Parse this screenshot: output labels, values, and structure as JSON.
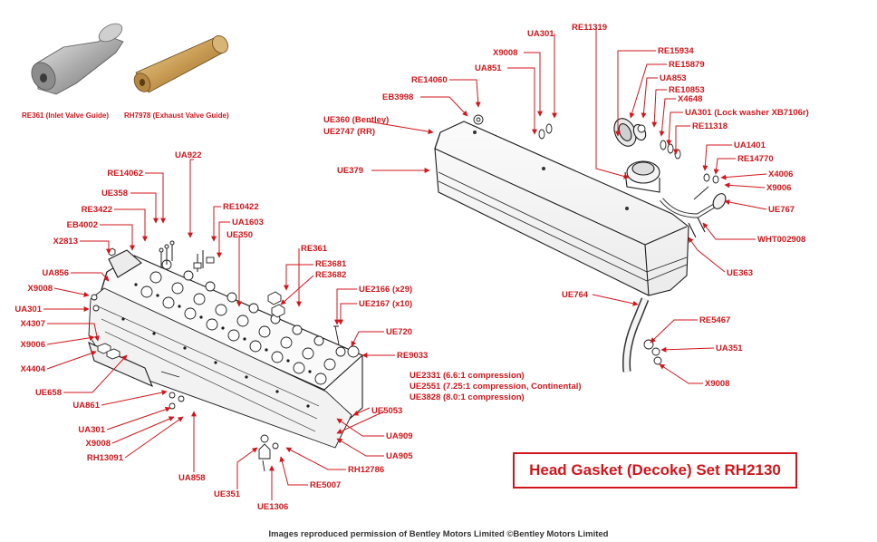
{
  "title": "Head Gasket (Decoke) Set RH2130",
  "credit": "Images reproduced permission of Bentley Motors Limited ©Bentley Motors Limited",
  "photos": {
    "inlet_caption": "RE361 (Inlet Valve Guide)",
    "exhaust_caption": "RH7978 (Exhaust Valve Guide)"
  },
  "colors": {
    "label": "#d0161b",
    "line": "#1a1a1a"
  },
  "head_labels": [
    "RE14062",
    "UA922",
    "UE358",
    "RE3422",
    "RE10422",
    "EB4002",
    "UA1603",
    "UE350",
    "X2813",
    "RE361",
    "RE3681",
    "RE3682",
    "UA856",
    "X9008",
    "UA301",
    "X4307",
    "X9006",
    "X4404",
    "UE658",
    "UE2166 (x29)",
    "UE2167 (x10)",
    "UE720",
    "RE9033",
    "UE2331 (6.6:1 compression)",
    "UE2551 (7.25:1 compression, Continental)",
    "UE3828 (8.0:1 compression)",
    "UE5053",
    "UA861",
    "UA301",
    "X9008",
    "RH13091",
    "UA909",
    "UA905",
    "RH12786",
    "UA858",
    "RE5007",
    "UE351",
    "UE1306"
  ],
  "cover_labels": [
    "UA301",
    "RE11319",
    "X9008",
    "RE15934",
    "UA851",
    "RE15879",
    "RE14060",
    "UA853",
    "EB3998",
    "RE10853",
    "X4648",
    "UE360 (Bentley)",
    "UE2747 (RR)",
    "UA301  (Lock washer XB7106r)",
    "RE11318",
    "UA1401",
    "RE14770",
    "X4006",
    "X9006",
    "UE379",
    "UE767",
    "WHT002908",
    "UE363",
    "UE764",
    "RE5467",
    "UA351",
    "X9008"
  ]
}
